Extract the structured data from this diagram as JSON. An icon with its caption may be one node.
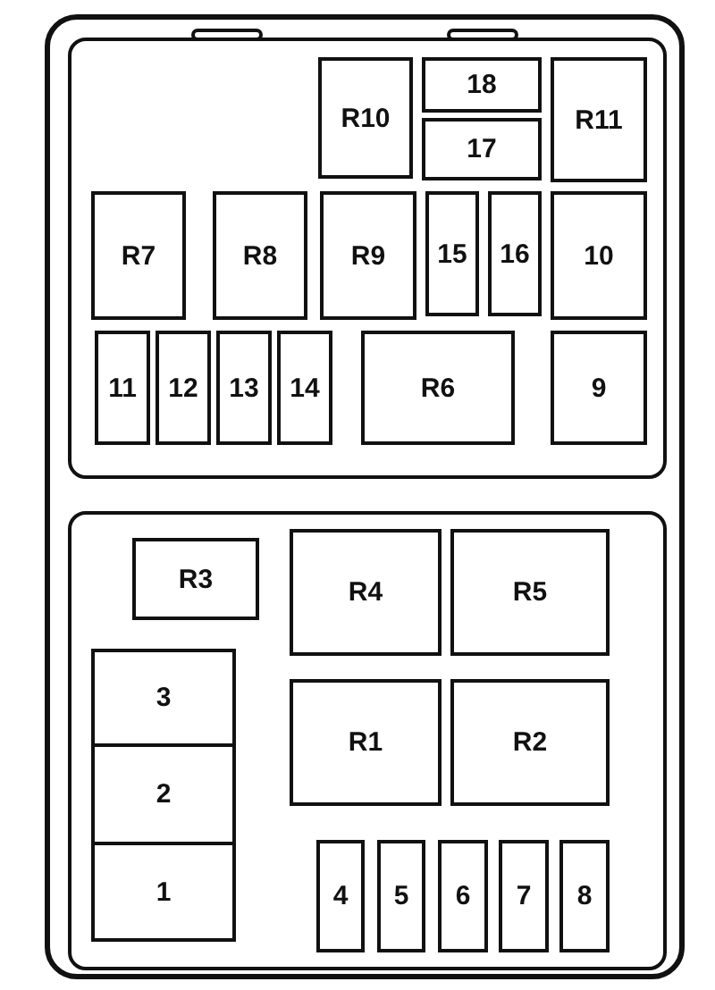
{
  "diagram": {
    "nodes": [
      {
        "text": [],
        "shape": "box"
      },
      {
        "text": [],
        "shape": "box",
        "in": 0
      },
      {
        "text": [
          "R10"
        ],
        "in": 1
      },
      {
        "text": [
          "18"
        ],
        "in": 1
      },
      {
        "text": [
          "17"
        ],
        "in": 1
      },
      {
        "text": [
          "R11"
        ],
        "in": 1
      },
      {
        "text": [
          "R7"
        ],
        "in": 1
      },
      {
        "text": [
          "R8"
        ],
        "in": 1
      },
      {
        "text": [
          "R9"
        ],
        "in": 1
      },
      {
        "text": [
          "15"
        ],
        "in": 1
      },
      {
        "text": [
          "16"
        ],
        "in": 1
      },
      {
        "text": [
          "10"
        ],
        "in": 1
      },
      {
        "text": [
          "11"
        ],
        "in": 1
      },
      {
        "text": [
          "12"
        ],
        "in": 1
      },
      {
        "text": [
          "13"
        ],
        "in": 1
      },
      {
        "text": [
          "14"
        ],
        "in": 1
      },
      {
        "text": [
          "R6"
        ],
        "in": 1
      },
      {
        "text": [
          "9"
        ],
        "in": 1
      },
      {
        "text": [],
        "shape": "box",
        "in": 0
      },
      {
        "text": [
          "R3"
        ],
        "in": 18
      },
      {
        "text": [
          "R4"
        ],
        "in": 18
      },
      {
        "text": [
          "R5"
        ],
        "in": 18
      },
      {
        "text": [
          "3"
        ],
        "in": 18
      },
      {
        "text": [
          "2"
        ],
        "in": 18
      },
      {
        "text": [
          "1"
        ],
        "in": 18
      },
      {
        "text": [
          "R1"
        ],
        "in": 18
      },
      {
        "text": [
          "R2"
        ],
        "in": 18
      },
      {
        "text": [
          "4"
        ],
        "in": 18
      },
      {
        "text": [
          "5"
        ],
        "in": 18
      },
      {
        "text": [
          "6"
        ],
        "in": 18
      },
      {
        "text": [
          "7"
        ],
        "in": 18
      },
      {
        "text": [
          "8"
        ],
        "in": 18
      }
    ]
  }
}
